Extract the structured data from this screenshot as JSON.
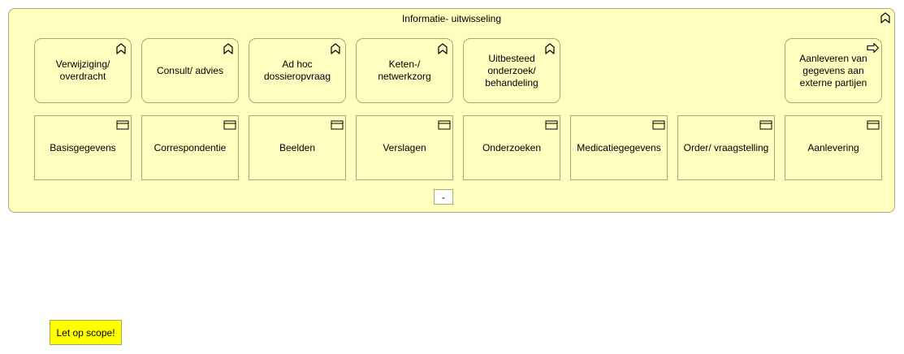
{
  "group": {
    "title": "Informatie- uitwisseling",
    "icon": "business-function-icon",
    "collapse_label": "-"
  },
  "processes": [
    {
      "label": "Verwijziging/ overdracht",
      "icon": "business-function-icon"
    },
    {
      "label": "Consult/ advies",
      "icon": "business-function-icon"
    },
    {
      "label": "Ad hoc dossieropvraag",
      "icon": "business-function-icon"
    },
    {
      "label": "Keten-/ netwerkzorg",
      "icon": "business-function-icon"
    },
    {
      "label": "Uitbesteed onderzoek/ behandeling",
      "icon": "business-function-icon"
    },
    {
      "label": "Aanleveren van gegevens aan externe partijen",
      "icon": "business-process-icon"
    }
  ],
  "objects": [
    {
      "label": "Basisgegevens",
      "icon": "business-object-icon"
    },
    {
      "label": "Correspondentie",
      "icon": "business-object-icon"
    },
    {
      "label": "Beelden",
      "icon": "business-object-icon"
    },
    {
      "label": "Verslagen",
      "icon": "business-object-icon"
    },
    {
      "label": "Onderzoeken",
      "icon": "business-object-icon"
    },
    {
      "label": "Medicatiegegevens",
      "icon": "business-object-icon"
    },
    {
      "label": "Order/ vraagstelling",
      "icon": "business-object-icon"
    },
    {
      "label": "Aanlevering",
      "icon": "business-object-icon"
    }
  ],
  "note": {
    "text": "Let op scope!"
  },
  "colors": {
    "element_fill": "#ffffc0",
    "element_border": "#a8a87a",
    "note_fill": "#ffff00"
  }
}
